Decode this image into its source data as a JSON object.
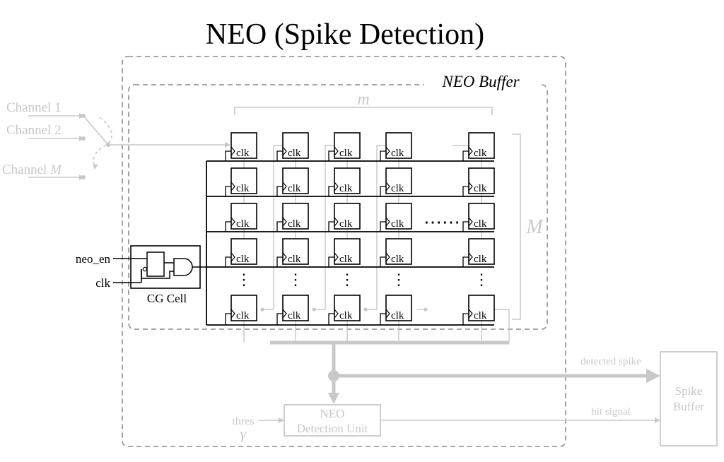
{
  "title": "NEO (Spike Detection)",
  "buffer_label": "NEO Buffer",
  "m_label": "m",
  "M_label": "M",
  "channels": [
    "Channel 1",
    "Channel 2",
    "Channel M"
  ],
  "cg": {
    "label": "CG Cell",
    "en_input": "neo_en",
    "clk_input": "clk"
  },
  "cell_label": "clk",
  "row_dots": "⋯⋯",
  "col_dots": "⋮",
  "detection_unit": {
    "line1": "NEO",
    "line2": "Detection Unit"
  },
  "thres": {
    "label": "thres",
    "symbol": "γ"
  },
  "spike_buffer": {
    "line1": "Spike",
    "line2": "Buffer"
  },
  "signals": {
    "detected": "detected spike",
    "hit": "hit signal"
  },
  "colors": {
    "dark": "#000000",
    "faded": "#c8c8c8",
    "dashed": "#8a8a8a",
    "bus": "#c8c8c8"
  }
}
